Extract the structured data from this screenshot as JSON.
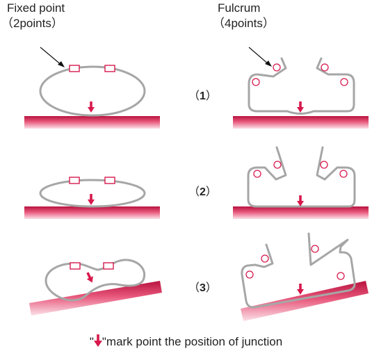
{
  "labels": {
    "left_title": "Fixed point",
    "left_subtitle": "（2points）",
    "right_title": "Fulcrum",
    "right_subtitle": "（4points）"
  },
  "rows": [
    {
      "label_open": "（",
      "number": "1",
      "label_close": "）"
    },
    {
      "label_open": "（",
      "number": "2",
      "label_close": "）"
    },
    {
      "label_open": "（",
      "number": "3",
      "label_close": "）"
    }
  ],
  "footnote": {
    "prefix": "\"",
    "suffix": "\"mark point the position of junction"
  },
  "colors": {
    "accent": "#d8194c",
    "surface_gradient_top": "#b8123e",
    "surface_gradient_bottom": "#fbe1e8",
    "outline": "#a6a6a6"
  }
}
